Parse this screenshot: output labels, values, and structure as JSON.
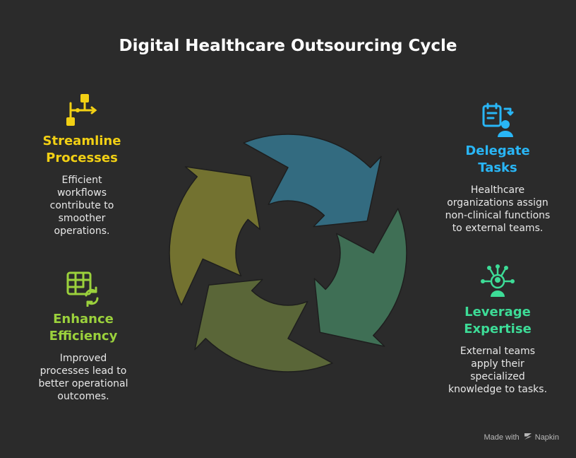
{
  "title": "Digital Healthcare Outsourcing Cycle",
  "colors": {
    "background": "#2b2b2b",
    "segment_delegate": "#336b80",
    "segment_leverage": "#3f6f55",
    "segment_efficiency": "#5a6638",
    "segment_streamline": "#737230",
    "accent_streamline": "#f2d014",
    "accent_delegate": "#29b6f6",
    "accent_leverage": "#3ddc97",
    "accent_efficiency": "#9bd13c"
  },
  "steps": [
    {
      "id": "streamline",
      "heading_line1": "Streamline",
      "heading_line2": "Processes",
      "desc_lines": [
        "Efficient",
        "workflows",
        "contribute to",
        "smoother",
        "operations."
      ],
      "icon": "flowchart-icon"
    },
    {
      "id": "delegate",
      "heading_line1": "Delegate",
      "heading_line2": "Tasks",
      "desc_lines": [
        "Healthcare",
        "organizations assign",
        "non-clinical functions",
        "to external teams."
      ],
      "icon": "clipboard-person-icon"
    },
    {
      "id": "leverage",
      "heading_line1": "Leverage",
      "heading_line2": "Expertise",
      "desc_lines": [
        "External teams",
        "apply their",
        "specialized",
        "knowledge to tasks."
      ],
      "icon": "expert-network-icon"
    },
    {
      "id": "efficiency",
      "heading_line1": "Enhance",
      "heading_line2": "Efficiency",
      "desc_lines": [
        "Improved",
        "processes lead to",
        "better operational",
        "outcomes."
      ],
      "icon": "table-refresh-icon"
    }
  ],
  "footer": {
    "made_with": "Made with",
    "brand": "Napkin"
  }
}
